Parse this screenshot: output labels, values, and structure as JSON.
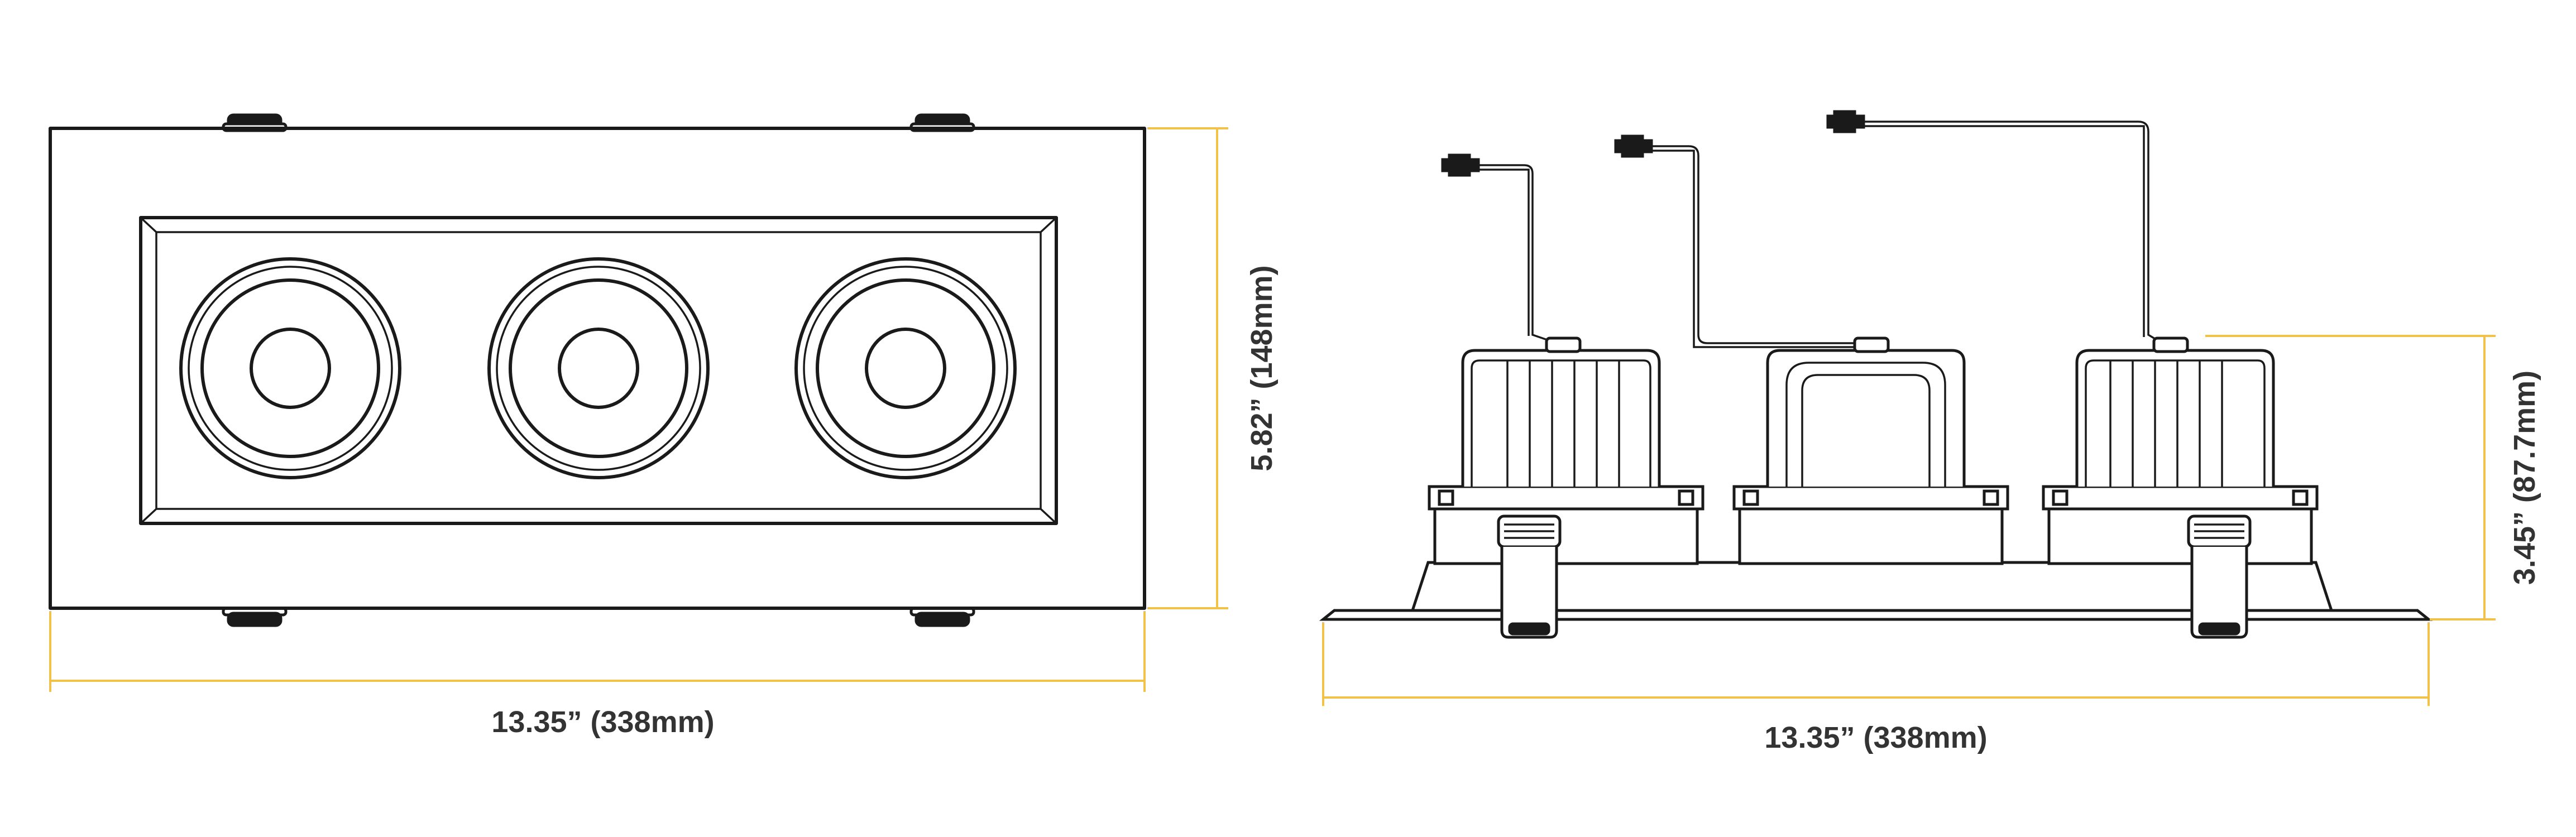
{
  "front_view": {
    "width_label": "13.35” (338mm)",
    "height_label": "5.82” (148mm)"
  },
  "side_view": {
    "width_label": "13.35” (338mm)",
    "height_label": "3.45” (87.7mm)"
  },
  "colors": {
    "line": "#1a1a1a",
    "dimension": "#f0c24a",
    "text": "#333333"
  }
}
